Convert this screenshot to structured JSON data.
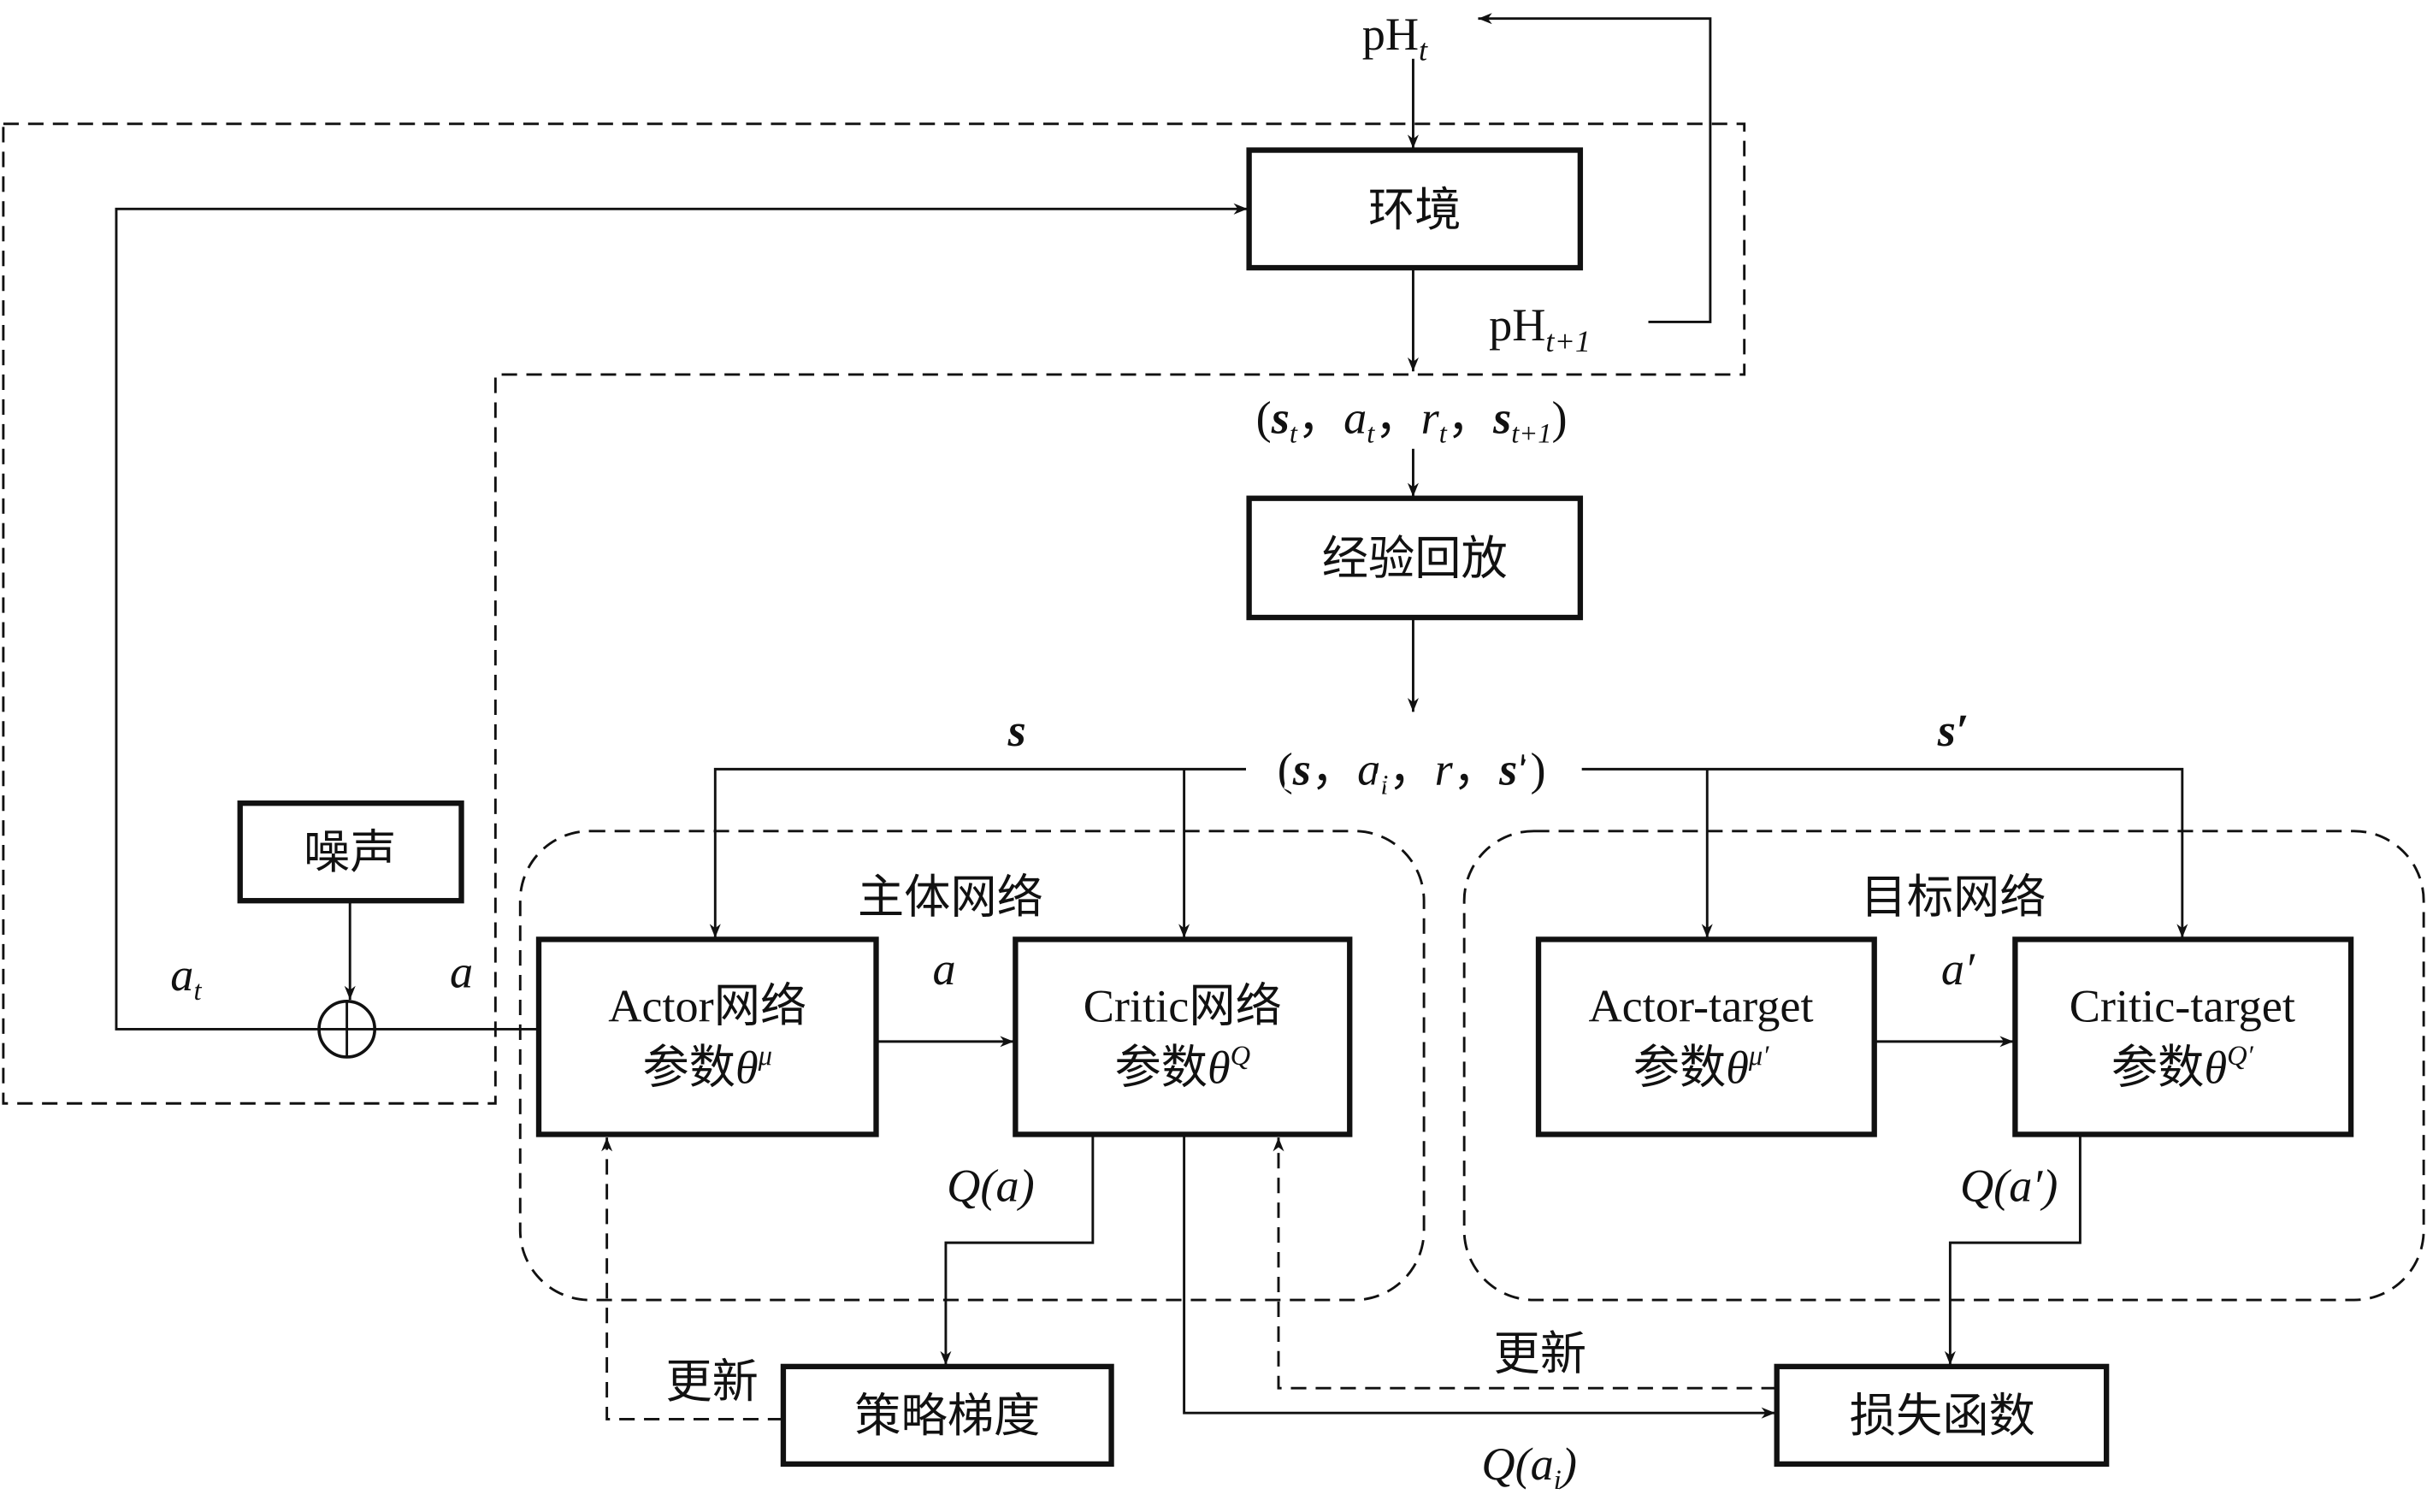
{
  "boxes": {
    "environment": "环境",
    "replay": "经验回放",
    "noise": "噪声",
    "actor": {
      "line1": "Actor网络",
      "param": "参数",
      "theta": "θ",
      "sup": "μ"
    },
    "critic": {
      "line1": "Critic网络",
      "param": "参数",
      "theta": "θ",
      "sup": "Q"
    },
    "actor_target": {
      "line1": "Actor-target",
      "param": "参数",
      "theta": "θ",
      "sup": "μ′"
    },
    "critic_target": {
      "line1": "Critic-target",
      "param": "参数",
      "theta": "θ",
      "sup": "Q′"
    },
    "policy_gradient": "策略梯度",
    "loss": "损失函数"
  },
  "groups": {
    "main": "主体网络",
    "target": "目标网络"
  },
  "labels": {
    "ph_t": {
      "base": "pH",
      "sub": "t"
    },
    "ph_t1": {
      "base": "pH",
      "sub": "t+1"
    },
    "tuple1": {
      "open": "(",
      "s": "s",
      "s_sub": "t",
      "a": "a",
      "a_sub": "t",
      "r": "r",
      "r_sub": "t",
      "s2": "s",
      "s2_sub": "t+1",
      "close": ")",
      "sep": "，"
    },
    "tuple2": {
      "open": "(",
      "s": "s",
      "a": "a",
      "a_sub": "i",
      "r": "r",
      "s2": "s′",
      "close": ")",
      "sep": "，"
    },
    "s": "s",
    "s_prime": "s′",
    "a_t": {
      "base": "a",
      "sub": "t"
    },
    "a_noise": "a",
    "a_actor": "a",
    "a_prime": "a′",
    "q_a": "Q(a)",
    "q_a_prime": "Q(a′)",
    "q_ai": {
      "pre": "Q(a",
      "sub": "i",
      "post": ")"
    },
    "update1": "更新",
    "update2": "更新"
  }
}
